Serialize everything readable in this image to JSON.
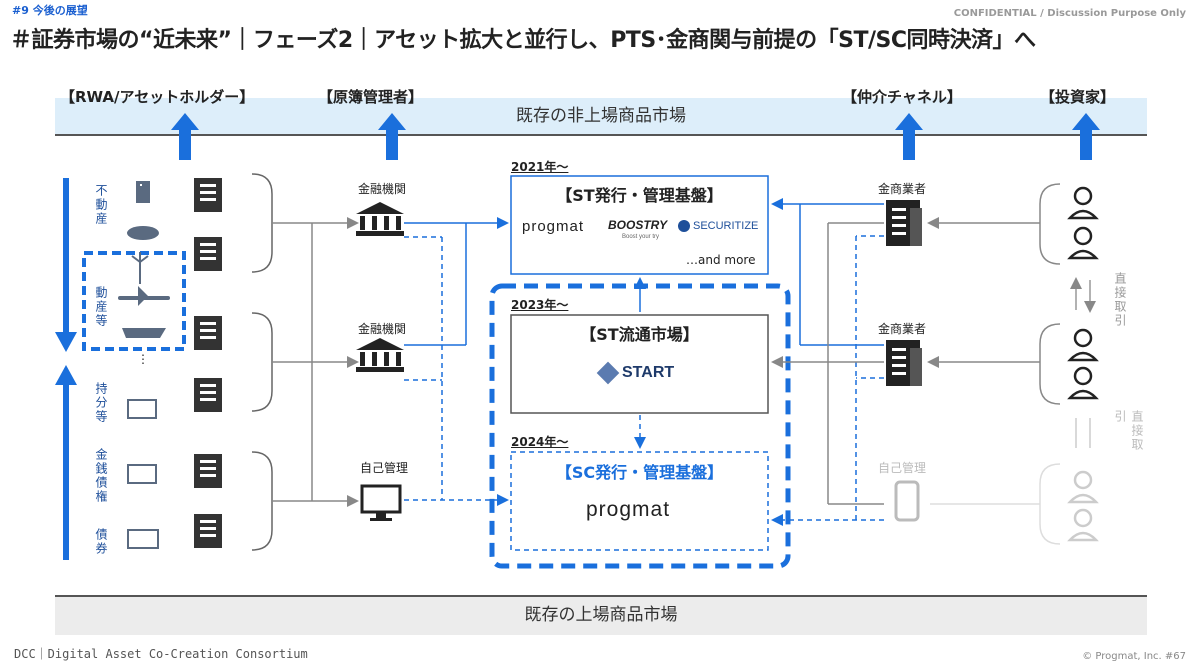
{
  "header": {
    "section_tag": "#9 今後の展望",
    "confidential": "CONFIDENTIAL / Discussion Purpose Only",
    "title": "＃証券市場の“近未来”｜フェーズ2｜アセット拡大と並行し、PTS･金商関与前提の「ST/SC同時決済」へ"
  },
  "bands": {
    "top": "既存の非上場商品市場",
    "bottom": "既存の上場商品市場"
  },
  "roles": {
    "rwa": "【RWA/アセットホルダー】",
    "ledger": "【原簿管理者】",
    "channel": "【仲介チャネル】",
    "investor": "【投資家】"
  },
  "assets": {
    "realestate": "不動産",
    "movable": "動産等",
    "dots": "⋮",
    "equity": "持分等",
    "receivables": "金銭債権",
    "bonds": "債券"
  },
  "ledger_nodes": [
    "金融機関",
    "金融機関",
    "自己管理"
  ],
  "channel_nodes": [
    "金商業者",
    "金商業者",
    "自己管理"
  ],
  "direct_trade": "直接取引",
  "platforms": {
    "st_issue": {
      "year": "2021年～",
      "title": "【ST発行・管理基盤】",
      "logos": [
        "progmat",
        "BOOSTRY",
        "SECURITIZE"
      ],
      "boostry_sub": "Boost your try",
      "more": "…and more"
    },
    "st_market": {
      "year": "2023年～",
      "title": "【ST流通市場】",
      "logo": "START"
    },
    "sc_issue": {
      "year": "2024年～",
      "title": "【SC発行・管理基盤】",
      "logo": "progmat"
    }
  },
  "footer": {
    "left": "DCC｜Digital Asset Co-Creation Consortium",
    "right": "© Progmat, Inc.  #67"
  },
  "colors": {
    "accent": "#1a6fdc",
    "band_top": "#ddeefa",
    "band_bottom": "#ececec"
  }
}
